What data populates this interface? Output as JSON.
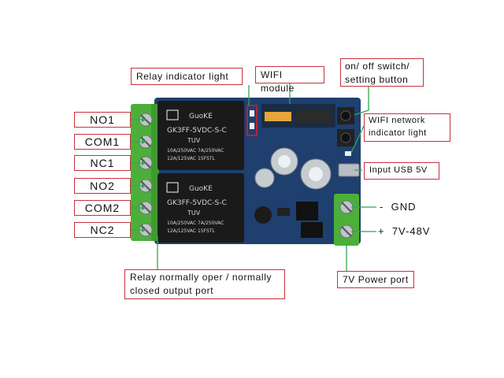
{
  "terminals": [
    {
      "label": "NO1"
    },
    {
      "label": "COM1"
    },
    {
      "label": "NC1"
    },
    {
      "label": "NO2"
    },
    {
      "label": "COM2"
    },
    {
      "label": "NC2"
    }
  ],
  "callouts": {
    "relay_indicator": "Relay indicator light",
    "wifi_module": "WIFI module",
    "switch_line1": "on/ off switch/",
    "switch_line2": "setting button",
    "wifi_led_line1": "WIFI network",
    "wifi_led_line2": "indicator light",
    "usb": "Input USB 5V",
    "gnd_sign": "-",
    "gnd": "GND",
    "vin_sign": "+",
    "vin": "7V-48V",
    "output_line1": "Relay normally oper / normally",
    "output_line2": "closed output port",
    "power_port": "7V Power port"
  },
  "relay_markings": {
    "brand": "GuoKE",
    "model": "GK3FF-5VDC-S-C",
    "cert": "TUV",
    "rating1": "10A/250VAC 7A/250VAC",
    "rating2": "12A/125VAC 15FSTL"
  },
  "colors": {
    "callout_border": "#c8323c",
    "leader_line": "#2fa84f",
    "pcb": "#1f3f6e",
    "relay": "#1a1a1a",
    "terminal_block": "#4caf3a"
  }
}
